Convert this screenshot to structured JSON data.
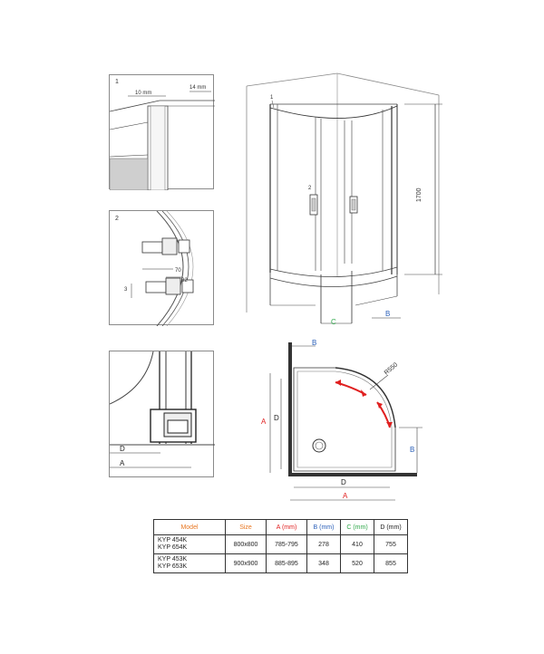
{
  "panels": {
    "detail1": {
      "number": "1",
      "dim_top": "10 mm",
      "dim_right": "14 mm"
    },
    "detail2": {
      "number": "2",
      "dim_70": "70",
      "dim_32": "32",
      "dim_right": "3"
    },
    "detail3": {
      "label_d": "D",
      "label_a": "A"
    }
  },
  "perspective": {
    "label_1": "1",
    "label_2": "2",
    "height": "1700",
    "label_c": "C",
    "label_b": "B"
  },
  "plan": {
    "label_b_top": "B",
    "label_a_left": "A",
    "label_d_left": "D",
    "radius": "R550",
    "label_b_right": "B",
    "label_d_bottom": "D",
    "label_a_bottom": "A"
  },
  "colors": {
    "orange": "#e87722",
    "red": "#e02020",
    "blue": "#2a5fb8",
    "green": "#2fa84a",
    "arrow_red": "#e02020"
  },
  "table": {
    "headers": [
      "Model",
      "Size",
      "A (mm)",
      "B (mm)",
      "C (mm)",
      "D (mm)"
    ],
    "rows": [
      {
        "model1": "KYP 454K",
        "model2": "KYP 654K",
        "size": "800x800",
        "a": "785-795",
        "b": "278",
        "c": "410",
        "d": "755"
      },
      {
        "model1": "KYP 453K",
        "model2": "KYP 653K",
        "size": "900x900",
        "a": "885-895",
        "b": "348",
        "c": "520",
        "d": "855"
      }
    ]
  }
}
